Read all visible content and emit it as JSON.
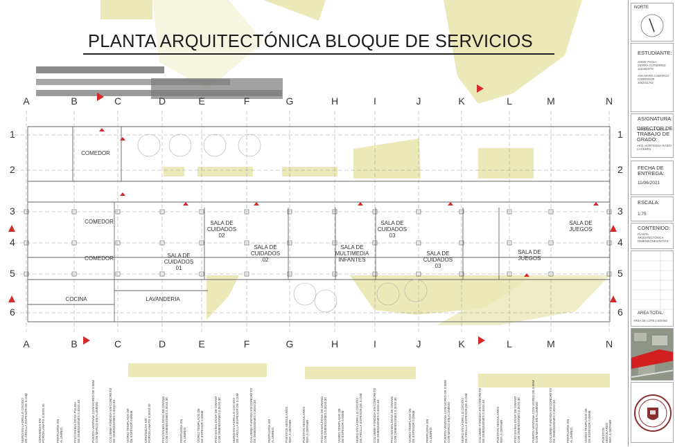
{
  "title": "PLANTA ARQUITECTÓNICA BLOQUE DE SERVICIOS",
  "columns": [
    "A",
    "B",
    "C",
    "D",
    "E",
    "F",
    "G",
    "H",
    "I",
    "J",
    "K",
    "L",
    "M",
    "N"
  ],
  "rows": [
    "1",
    "2",
    "3",
    "4",
    "5",
    "6"
  ],
  "rooms": [
    {
      "id": "comedor-1",
      "label": "COMEDOR"
    },
    {
      "id": "comedor-2",
      "label": "COMEDOR"
    },
    {
      "id": "comedor-3",
      "label": "COMEDOR"
    },
    {
      "id": "cocina",
      "label": "COCINA"
    },
    {
      "id": "lavanderia",
      "label": "LAVANDERIA"
    },
    {
      "id": "sala-cuidados-01",
      "label": "SALA DE\nCUIDADOS\n01"
    },
    {
      "id": "sala-cuidados-02a",
      "label": "SALA DE\nCUIDADOS\n02"
    },
    {
      "id": "sala-cuidados-02b",
      "label": "SALA DE\nCUIDADOS\n02"
    },
    {
      "id": "sala-multimedia",
      "label": "SALA DE\nMULTIMEDIA\nINFANTES"
    },
    {
      "id": "sala-cuidados-03a",
      "label": "SALA DE\nCUIDADOS\n03"
    },
    {
      "id": "sala-cuidados-03b",
      "label": "SALA DE\nCUIDADOS\n03"
    },
    {
      "id": "sala-juegos-a",
      "label": "SALA DE\nJUEGOS"
    },
    {
      "id": "sala-juegos-b",
      "label": "SALA DE\nJUEGOS"
    }
  ],
  "section_markers": {
    "label": "CORTE\nLONGITUDINAL",
    "color": "#d42a2a"
  },
  "notes": [
    "MURO EN LADRILLO COCIDO\nDE ARCILLA ESPESOR DE 0.15M",
    "CERAMICAS EN\nPORCELANATO 0.30X0.30",
    "PERFILERIA EN\nALUMINIO",
    "PISO EN BALDOSA PULIDA\nDE DIMENSIONES 0.30X0.30",
    "PUERTA VENTANA CON VIDRIO DE 0.06M\nCON MARCO EN ALUMINIO",
    "COLUMNA FUNDIDA EN CONCRETO\nDE DIMENSIONES 0.30X0.30",
    "VIDRIO TEMPLADO DE\nDE ESPESOR 0.006M",
    "CERAMICAS EN\nPORCELANATO 0.30X0.30",
    "PISO EN BALDOSA DE GRANO\nCON DIMENSIONES 0.30X0.30",
    "PERFILERIA EN\nALUMINIO",
    "VIDRIO TEMPLADO DE\nDE ESPESOR 0.006M",
    "PISO EN BALDOSA DE GRANO\nCON DIMENSIONES 0.30X0.30",
    "MURO EN LADRILLO COCIDO\nDE ARCILLA ESPESOR DE 0.15M",
    "COLUMNA FUNDIDA EN CONCRETO\nDE DIMENSIONES 0.30X0.30",
    "PERFILERIA EN\nALUMINIO",
    "PUESTOS MODULARES\nREF. A DEFINIR",
    "PUESTOS MODULARES\nREF. A DEFINIR",
    "PISO EN BALDOSA DE GRANO\nCON DIMENSIONES 0.30X0.30",
    "VIDRIO TEMPLADO DE\nDE ESPESOR 0.006M",
    "MURO EN LADRILLO COCIDO\nDE ARCILLA ESPESOR DE 0.15M",
    "COLUMNA FUNDIDA EN CONCRETO\nDE DIMENSIONES 0.30X0.30",
    "PISO EN BALDOSA DE GRANO\nCON DIMENSIONES 0.30X0.30",
    "VIDRIO TEMPLADO DE\nDE ESPESOR 0.006M",
    "PERFILERIA EN\nALUMINIO",
    "PUERTA VENTANA CON VIDRIO DE 0.06M\nCON MARCO EN ALUMINIO",
    "MURO EN LADRILLO COCIDO\nDE ARCILLA ESPESOR DE 0.15M",
    "COLUMNA FUNDIDA EN CONCRETO\nDE DIMENSIONES 0.30X0.30",
    "PUESTOS MODULARES\nREF. A DEFINIR",
    "PISO EN BALDOSA DE GRANO\nCON DIMENSIONES 0.30X0.30",
    "PUERTA VENTANA CON VIDRIO DE 0.06M\nCON MARCO EN ALUMINIO",
    "COLUMNA FUNDIDA EN CONCRETO\nDE DIMENSIONES 0.30X0.30",
    "PERFILERIA EN\nALUMINIO",
    "VIDRIO TEMPLADO DE\nDE ESPESOR 0.006M",
    "PUESTOS MODULARES\nREF. A DEFINIR"
  ],
  "sidebar": {
    "norte": "NORTE",
    "estudiante_label": "ESTUDIANTE:",
    "estudiante_names": "ANGIE PAOLA\nSIERRA GUTIERREZ\n1110463278\n\nANA MARÍA CAMARGO\nCORREDOR\n1052411762",
    "asignatura_label": "ASIGNATURA:",
    "asignatura_value": "TRABAJO DE GRADO",
    "director_label": "DIRECTOR DE\nTRABAJO DE\nGRADO:",
    "director_value": "ARQ. HORTENSIA RAIDO\nCACERES",
    "fecha_label": "FECHA DE\nENTREGA:",
    "fecha_value": "11/06/2021",
    "escala_label": "ESCALA:",
    "escala_value": "1:75",
    "contenido_label": "CONTENIDO:",
    "contenido_value": "PLANTA ARQUITECTÓNICA\nDIMENSIONES/NOTAS",
    "area_label": "AREA TOTAL:",
    "area_value": "AREA DE LOTE 2.000 M2"
  },
  "colors": {
    "highlight": "#e4e2a0",
    "section_marker": "#d42a2a",
    "line": "#555555",
    "grey_band": "#888888"
  }
}
